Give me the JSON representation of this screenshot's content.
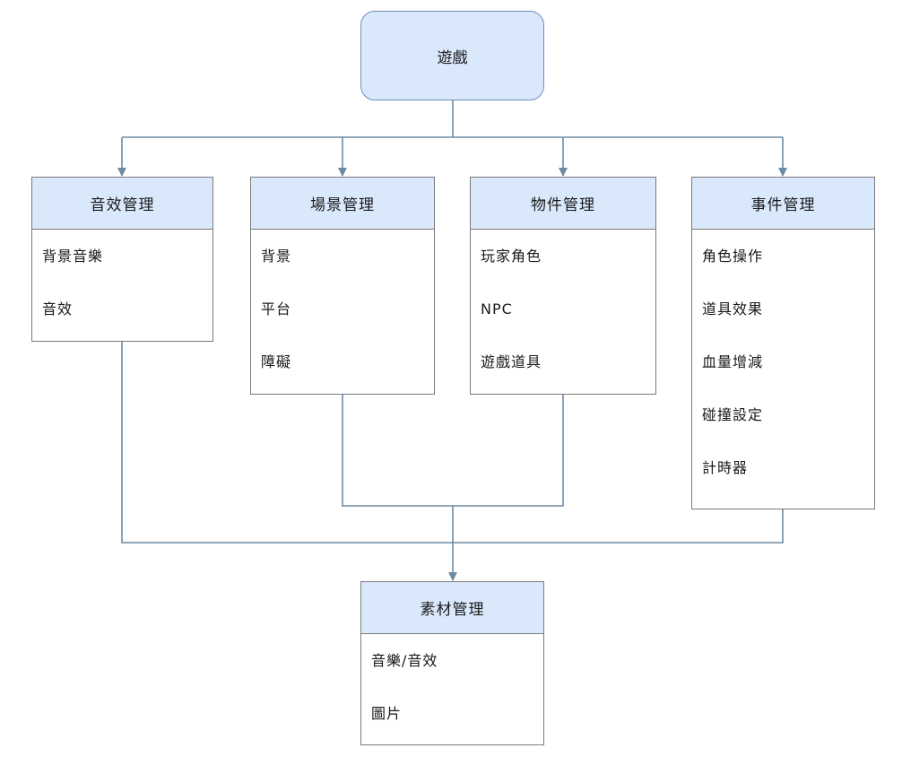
{
  "root": {
    "label": "遊戲"
  },
  "modules": [
    {
      "title": "音效管理",
      "items": [
        "背景音樂",
        "音效"
      ]
    },
    {
      "title": "場景管理",
      "items": [
        "背景",
        "平台",
        "障礙"
      ]
    },
    {
      "title": "物件管理",
      "items": [
        "玩家角色",
        "NPC",
        "遊戲道具"
      ]
    },
    {
      "title": "事件管理",
      "items": [
        "角色操作",
        "道具效果",
        "血量增減",
        "碰撞設定",
        "計時器"
      ]
    }
  ],
  "asset": {
    "title": "素材管理",
    "items": [
      "音樂/音效",
      "圖片"
    ]
  },
  "colors": {
    "header_fill": "#dae8fc",
    "root_border": "#6c8ebf",
    "connector": "#6d8aa3",
    "box_border": "#7a7a7a"
  }
}
